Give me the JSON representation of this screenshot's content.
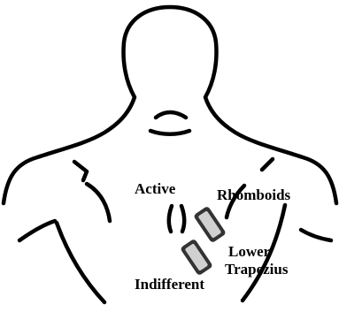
{
  "labels": {
    "active": "Active",
    "rhomboids": "Rhomboids",
    "lower": "Lower",
    "trapezius": "Trapezius",
    "indifferent": "Indifferent"
  },
  "colors": {
    "line": "#000000",
    "electrode_fill": "#d0d0d0",
    "electrode_border": "#333333"
  }
}
